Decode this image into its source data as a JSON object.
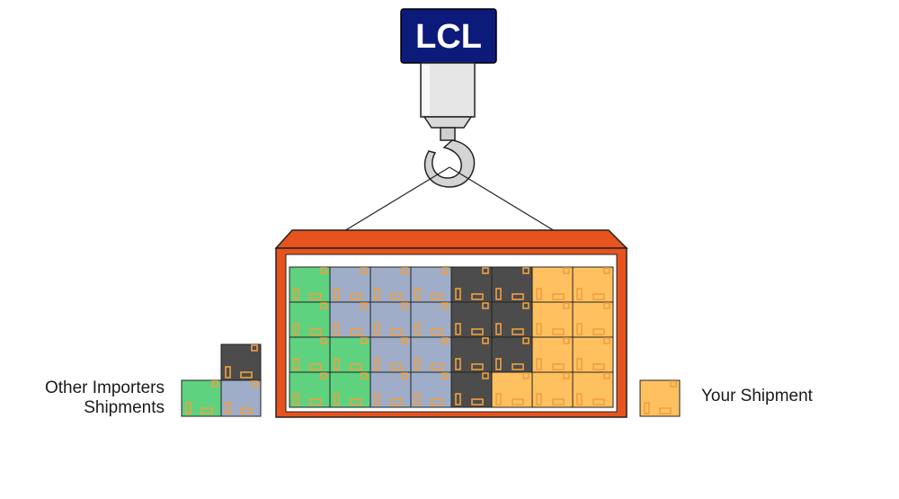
{
  "sign": {
    "text": "LCL"
  },
  "legend": {
    "other_line1": "Other Importers",
    "other_line2": "Shipments",
    "yours": "Your Shipment"
  },
  "colors": {
    "sign_bg": "#0c1a7a",
    "sign_text": "#ffffff",
    "container": "#e6531e",
    "container_dark": "#b93a12",
    "green": "#5fd27f",
    "blue": "#9fadc8",
    "dark": "#4c4c4c",
    "yours": "#ffc160",
    "tape": "#f0a040"
  },
  "container_grid": [
    [
      "green",
      "blue",
      "blue",
      "blue",
      "dark",
      "dark",
      "yours",
      "yours"
    ],
    [
      "green",
      "blue",
      "blue",
      "blue",
      "dark",
      "dark",
      "yours",
      "yours"
    ],
    [
      "green",
      "green",
      "blue",
      "blue",
      "dark",
      "dark",
      "yours",
      "yours"
    ],
    [
      "green",
      "green",
      "blue",
      "blue",
      "dark",
      "yours",
      "yours",
      "yours"
    ]
  ]
}
